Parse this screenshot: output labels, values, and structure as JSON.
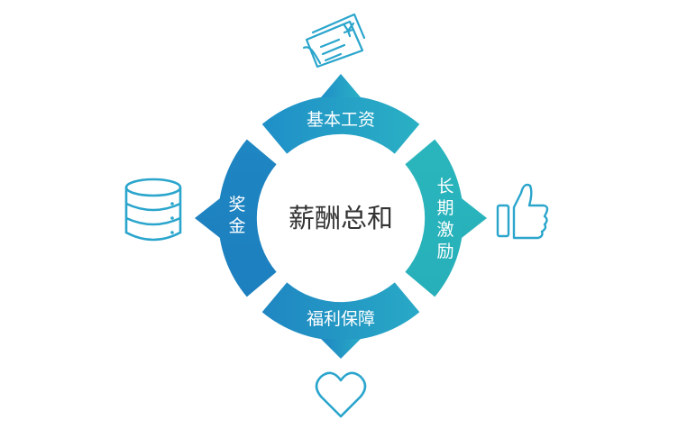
{
  "diagram": {
    "center": {
      "label": "薪酬总和"
    },
    "segments": {
      "top": {
        "label": "基本工资"
      },
      "right": {
        "label": "长期激励"
      },
      "bottom": {
        "label": "福利保障"
      },
      "left": {
        "label": "奖金"
      }
    },
    "icons": {
      "top": "cheque-yen-icon",
      "right": "thumbs-up-icon",
      "bottom": "heart-icon",
      "left": "database-icon"
    },
    "colors": {
      "ring_top": "#28a4cf",
      "ring_right": "#2bb8b9",
      "ring_bottom": "#2598c9",
      "ring_left": "#1e82c0",
      "icon_stroke": "#2aa5cc",
      "center_text": "#333333"
    }
  }
}
